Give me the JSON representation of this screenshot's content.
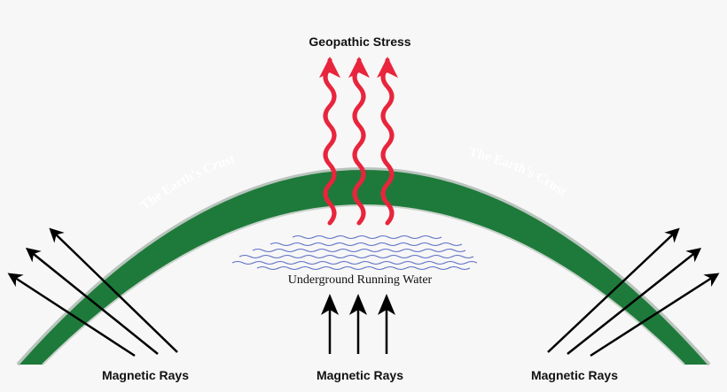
{
  "title": "Geopathic Stress",
  "crust": {
    "left_label": "The Earth's Crust",
    "right_label": "The Earth's Crust",
    "color": "#1e7a3a",
    "edge_color": "#c9d3cc"
  },
  "water": {
    "label": "Underground Running Water",
    "color": "#5b6fc4"
  },
  "stress_color": "#e8253c",
  "rays": {
    "left_label": "Magnetic Rays",
    "center_label": "Magnetic Rays",
    "right_label": "Magnetic Rays",
    "color": "#000000"
  }
}
